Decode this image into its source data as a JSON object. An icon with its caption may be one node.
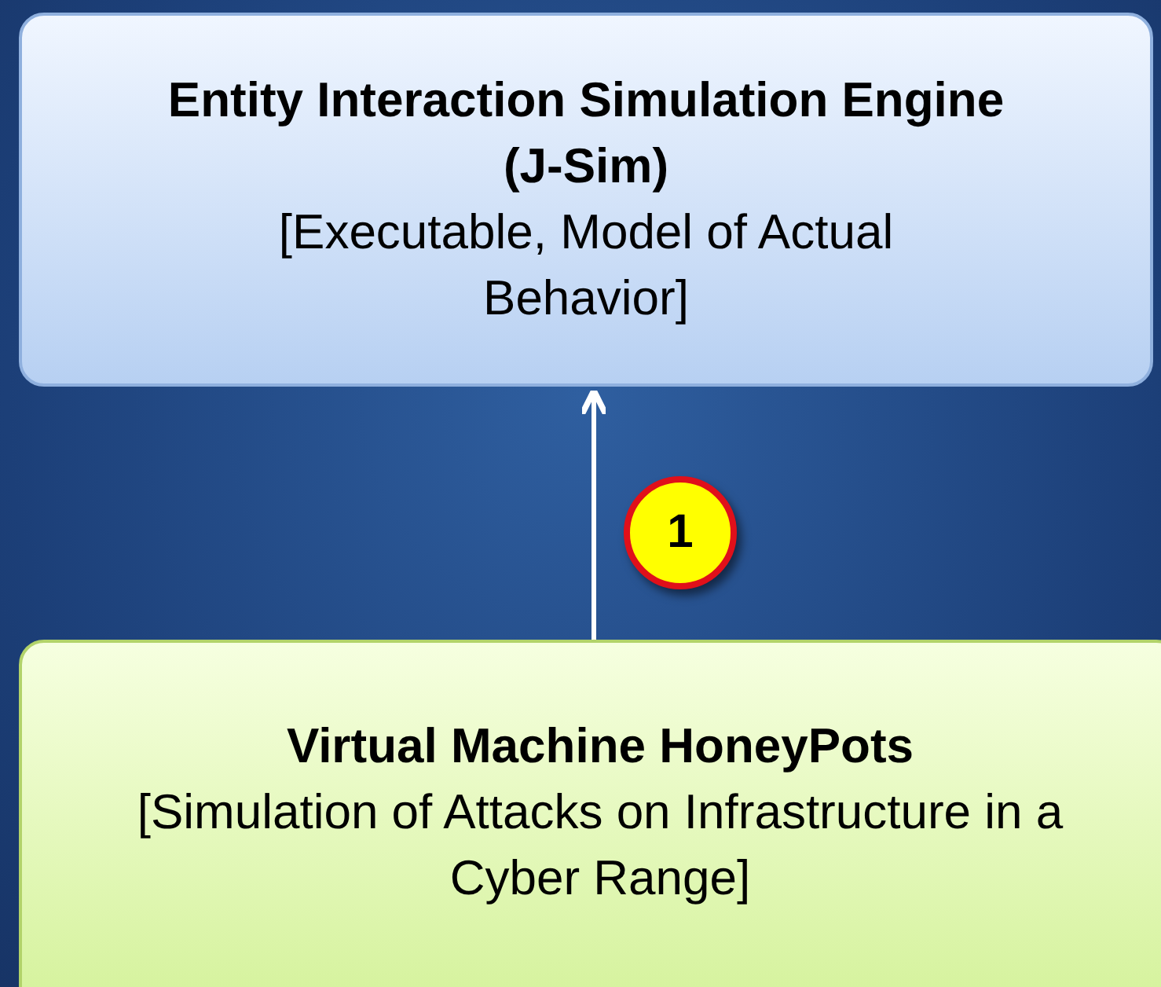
{
  "diagram": {
    "nodes": [
      {
        "text": [
          "Entity Interaction Simulation Engine (J-Sim)",
          "[Executable, Model of Actual Behavior]"
        ]
      },
      {
        "text": [
          "Virtual Machine HoneyPots",
          "[Simulation of Attacks on Infrastructure in a Cyber Range]"
        ]
      }
    ],
    "edges": [
      {
        "from": 1,
        "to": 0,
        "arrow": "to",
        "label": "1",
        "color": "#ffffff"
      }
    ]
  }
}
